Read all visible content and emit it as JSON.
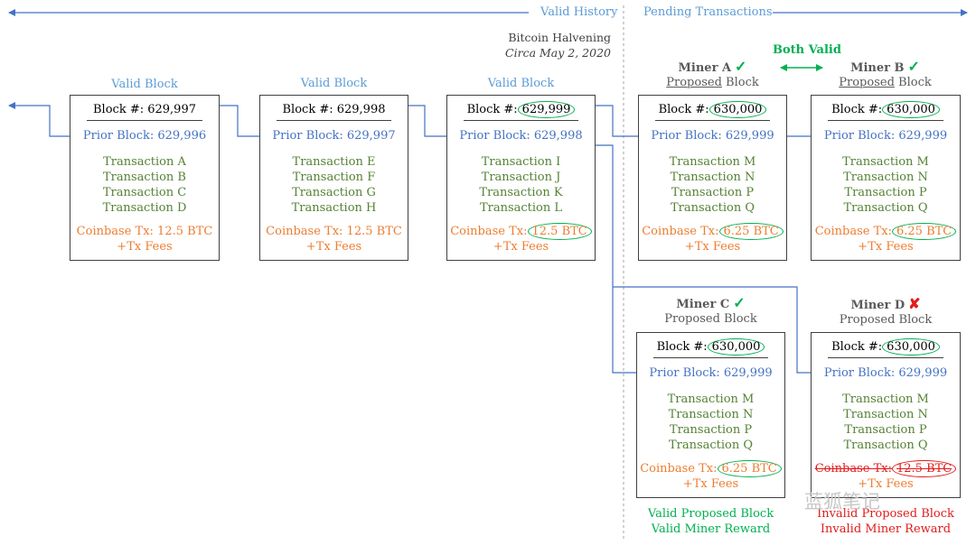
{
  "header": {
    "left_label": "Valid History",
    "right_label": "Pending Transactions"
  },
  "halving_note": {
    "title": "Bitcoin Halvening",
    "date": "Circa May 2, 2020"
  },
  "both_valid": "Both Valid",
  "colors": {
    "arrow": "#4472c4",
    "header": "#5b9bd5",
    "tx": "#548235",
    "coinbase": "#ed7d31",
    "ok": "#00b050",
    "bad": "#e31b1b"
  },
  "valid_blocks": [
    {
      "label": "Valid Block",
      "block_no_label": "Block #: 629,997",
      "prior": "Prior Block: 629,996",
      "txs": [
        "Transaction A",
        "Transaction B",
        "Transaction C",
        "Transaction D"
      ],
      "coinbase": "Coinbase Tx: 12.5 BTC",
      "fees": "+Tx Fees"
    },
    {
      "label": "Valid Block",
      "block_no_label": "Block #: 629,998",
      "prior": "Prior Block: 629,997",
      "txs": [
        "Transaction E",
        "Transaction F",
        "Transaction G",
        "Transaction H"
      ],
      "coinbase": "Coinbase Tx: 12.5 BTC",
      "fees": "+Tx Fees"
    },
    {
      "label": "Valid Block",
      "block_prefix": "Block #:",
      "block_num": "629,999",
      "prior": "Prior Block: 629,998",
      "txs": [
        "Transaction I",
        "Transaction J",
        "Transaction K",
        "Transaction L"
      ],
      "coinbase_prefix": "Coinbase Tx:",
      "coinbase_value": "12.5 BTC",
      "fees": "+Tx Fees"
    }
  ],
  "miners": [
    {
      "name": "Miner A",
      "status": "valid",
      "proposed_word": "Proposed",
      "block_word": "Block",
      "block_prefix": "Block #:",
      "block_num": "630,000",
      "prior": "Prior Block: 629,999",
      "txs": [
        "Transaction M",
        "Transaction N",
        "Transaction P",
        "Transaction Q"
      ],
      "coinbase_prefix": "Coinbase Tx:",
      "coinbase_value": "6.25 BTC",
      "fees": "+Tx Fees"
    },
    {
      "name": "Miner B",
      "status": "valid",
      "proposed_word": "Proposed",
      "block_word": "Block",
      "block_prefix": "Block #:",
      "block_num": "630,000",
      "prior": "Prior Block: 629,999",
      "txs": [
        "Transaction M",
        "Transaction N",
        "Transaction P",
        "Transaction Q"
      ],
      "coinbase_prefix": "Coinbase Tx:",
      "coinbase_value": "6.25 BTC",
      "fees": "+Tx Fees"
    },
    {
      "name": "Miner C",
      "status": "valid",
      "subtitle": "Proposed Block",
      "block_prefix": "Block #:",
      "block_num": "630,000",
      "prior": "Prior Block: 629,999",
      "txs": [
        "Transaction M",
        "Transaction N",
        "Transaction P",
        "Transaction Q"
      ],
      "coinbase_prefix": "Coinbase Tx:",
      "coinbase_value": "6.25 BTC",
      "fees": "+Tx Fees",
      "verdict": [
        "Valid Proposed Block",
        "Valid Miner Reward"
      ]
    },
    {
      "name": "Miner D",
      "status": "invalid",
      "subtitle": "Proposed Block",
      "block_prefix": "Block #:",
      "block_num": "630,000",
      "prior": "Prior Block: 629,999",
      "txs": [
        "Transaction M",
        "Transaction N",
        "Transaction P",
        "Transaction Q"
      ],
      "coinbase_prefix": "Coinbase Tx:",
      "coinbase_value": "12.5 BTC",
      "fees": "+Tx Fees",
      "verdict": [
        "Invalid Proposed Block",
        "Invalid Miner Reward"
      ]
    }
  ],
  "marks": {
    "ok": "✓",
    "bad": "✘"
  },
  "watermark": "蓝狐笔记"
}
